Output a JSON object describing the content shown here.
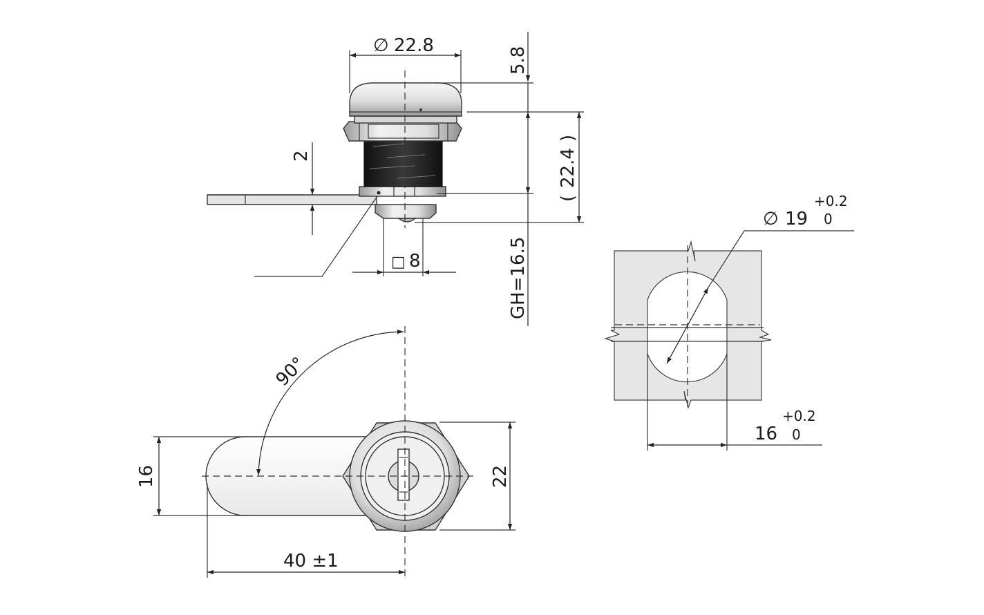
{
  "dimensions": {
    "dia_22_8": "22.8",
    "h_5_8": "5.8",
    "h_22_4": "22.4",
    "t_2": "2",
    "sq_8": "8",
    "gh": "GH=16.5",
    "angle_90": "90°",
    "w_16": "16",
    "w_22": "22",
    "len_40": "40 ±1",
    "dia_19": "19",
    "tol_19_upper": "+0.2",
    "tol_19_lower": "0",
    "flat_16": "16",
    "tol_16_upper": "+0.2",
    "tol_16_lower": "0"
  },
  "symbols": {
    "diameter": "∅",
    "square": "□",
    "paren_open": "(",
    "paren_close": ")"
  },
  "colors": {
    "panel": "#e6e6e6",
    "metal_light": "#f2f2f2",
    "metal_mid": "#cfcfcf",
    "metal_dark": "#8a8a8a",
    "thread": "#1e1e1e",
    "line": "#222222"
  }
}
